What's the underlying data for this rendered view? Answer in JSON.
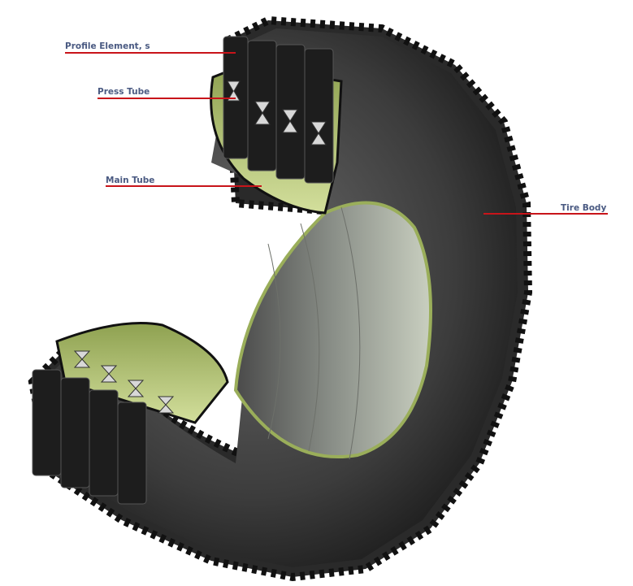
{
  "labels": {
    "profile_element": "Profile Element, s",
    "press_tube": "Press Tube",
    "main_tube": "Main Tube",
    "tire_body": "Tire Body"
  },
  "colors": {
    "label_text": "#4a5a82",
    "leader_line": "#c8141a",
    "tire_rubber": "#3a3a3a",
    "tube_green": "#b5c77a"
  }
}
